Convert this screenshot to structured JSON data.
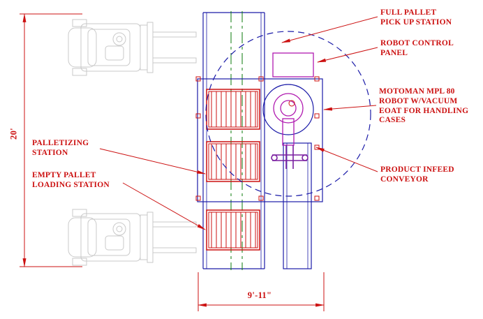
{
  "colors": {
    "label_red": "#cc1111",
    "dim_red": "#cc1111",
    "line_blue": "#1b1ba8",
    "line_magenta": "#b019b0",
    "line_purple": "#7a1fa0",
    "line_green": "#0a7a0a",
    "ghost_gray": "#c9c9c9"
  },
  "callouts": {
    "full_pallet": {
      "label": "FULL PALLET\nPICK UP STATION"
    },
    "robot_panel": {
      "label": "ROBOT CONTROL\nPANEL"
    },
    "motoman": {
      "label": "MOTOMAN MPL 80\nROBOT W/VACUUM\nEOAT FOR HANDLING\nCASES"
    },
    "infeed": {
      "label": "PRODUCT INFEED\nCONVEYOR"
    },
    "palletizing": {
      "label": "PALLETIZING\nSTATION"
    },
    "empty_pallet": {
      "label": "EMPTY PALLET\nLOADING STATION"
    }
  },
  "dimensions": {
    "overall_depth": "20'",
    "overall_width": "9'-11\""
  }
}
